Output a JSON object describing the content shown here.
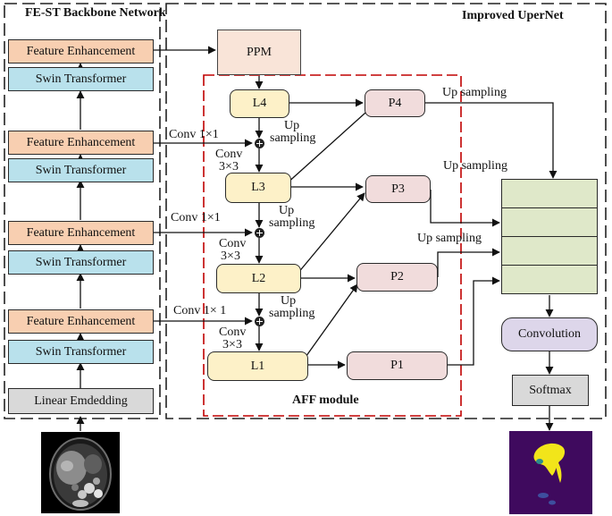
{
  "backbone": {
    "title": "FE-ST Backbone Network",
    "feature_enhancement": "Feature Enhancement",
    "swin_transformer": "Swin Transformer",
    "linear_embedding": "Linear Emdedding"
  },
  "uper": {
    "title": "Improved UperNet",
    "ppm": "PPM",
    "convolution": "Convolution",
    "softmax": "Softmax"
  },
  "aff": {
    "title": "AFF module",
    "l4": "L4",
    "l3": "L3",
    "l2": "L2",
    "l1": "L1",
    "p4": "P4",
    "p3": "P3",
    "p2": "P2",
    "p1": "P1"
  },
  "edges": {
    "conv1x1_a": "Conv 1×1",
    "conv1x1_b": "Conv 1×1",
    "conv1x1_c": "Conv 1× 1",
    "up_sampling": "Up sampling",
    "up": "Up",
    "sampling": "sampling",
    "conv": "Conv",
    "three_by_three": "3×3"
  },
  "colors": {
    "feature_enhancement": "#f8cfb1",
    "swin_transformer": "#b9e1ec",
    "linear_embedding": "#d9d9d9",
    "ppm": "#f9e4d8",
    "l_blocks": "#fdf1c8",
    "p_blocks": "#f1dcdc",
    "fusion_stack": "#dfe8c9",
    "convolution": "#ddd6ea",
    "softmax": "#d9d9d9",
    "aff_border": "#c00000",
    "mask_background": "#3f0a5e",
    "mask_liver": "#f2e51a"
  },
  "icons": {
    "input_image": "ct-scan-image",
    "output_image": "segmentation-mask-image",
    "fusion_node": "element-wise-add-icon"
  }
}
